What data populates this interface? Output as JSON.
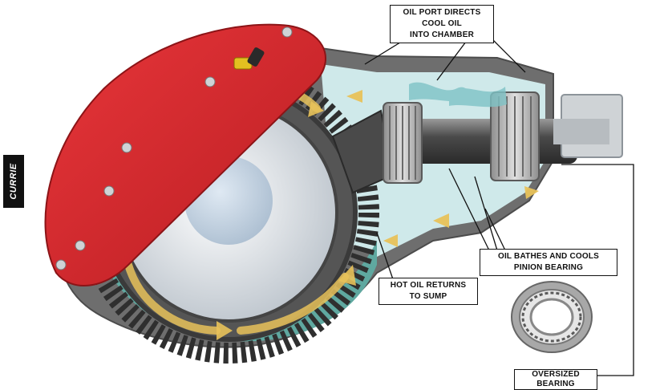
{
  "logo": {
    "text": "CURRIE"
  },
  "callouts": {
    "oil_port_line1": "OIL PORT DIRECTS COOL OIL",
    "oil_port_line2": "INTO CHAMBER",
    "pinion": "OIL BATHES AND COOLS PINION BEARING",
    "hot_oil": "HOT OIL RETURNS TO SUMP",
    "bearing": "OVERSIZED BEARING"
  },
  "colors": {
    "cover_red": "#d8262a",
    "housing_gray": "#6e6e6e",
    "oil_teal": "#5fa8a0",
    "cool_oil": "#cfe9ea",
    "flow_arrow": "#e8c25a",
    "gear_dark": "#3a3a3a"
  },
  "icons": [
    "cutaway-differential",
    "ring-gear",
    "pinion-gear",
    "tapered-roller-bearing",
    "oil-flow-arrow"
  ]
}
